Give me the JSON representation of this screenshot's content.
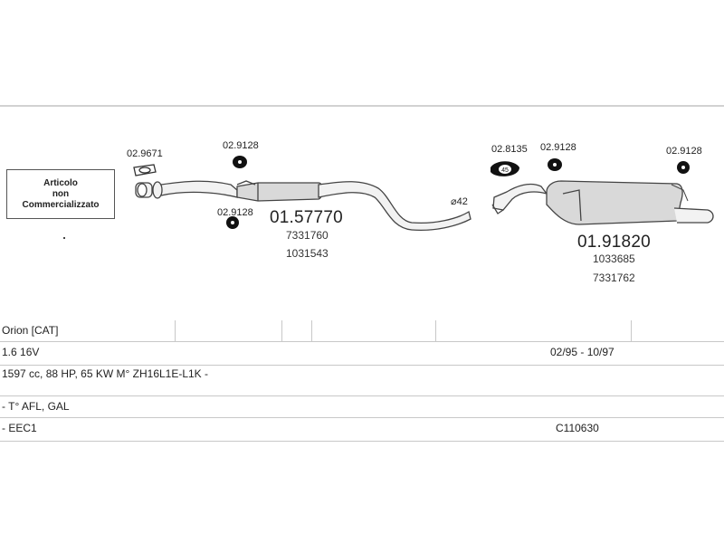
{
  "diagram": {
    "notice": [
      "Articolo",
      "non",
      "Commercializzato"
    ],
    "part_labels": {
      "clamp_front": "02.9671",
      "clamp_mid_top": "02.9128",
      "clamp_mid_bottom": "02.9128",
      "gasket_rear": "02.8135",
      "clamp_rear_left": "02.9128",
      "clamp_rear_right": "02.9128",
      "diameter": "⌀42"
    },
    "middle_silencer": {
      "code": "01.57770",
      "refs": [
        "7331760",
        "1031543"
      ]
    },
    "rear_silencer": {
      "code": "01.91820",
      "refs": [
        "1033685",
        "7331762"
      ]
    },
    "colors": {
      "line": "#444444",
      "pipe_fill": "#f2f2f2",
      "silencer_fill": "#d9d9d9",
      "part_fill": "#111111"
    }
  },
  "table": {
    "model": "Orion  [CAT]",
    "engine": "1.6 16V",
    "years": "02/95 - 10/97",
    "spec": "1597 cc, 88 HP, 65 KW M° ZH16L1E-L1K -",
    "extra": "- T° AFL, GAL",
    "norm": "- EEC1",
    "cert": "C110630"
  }
}
